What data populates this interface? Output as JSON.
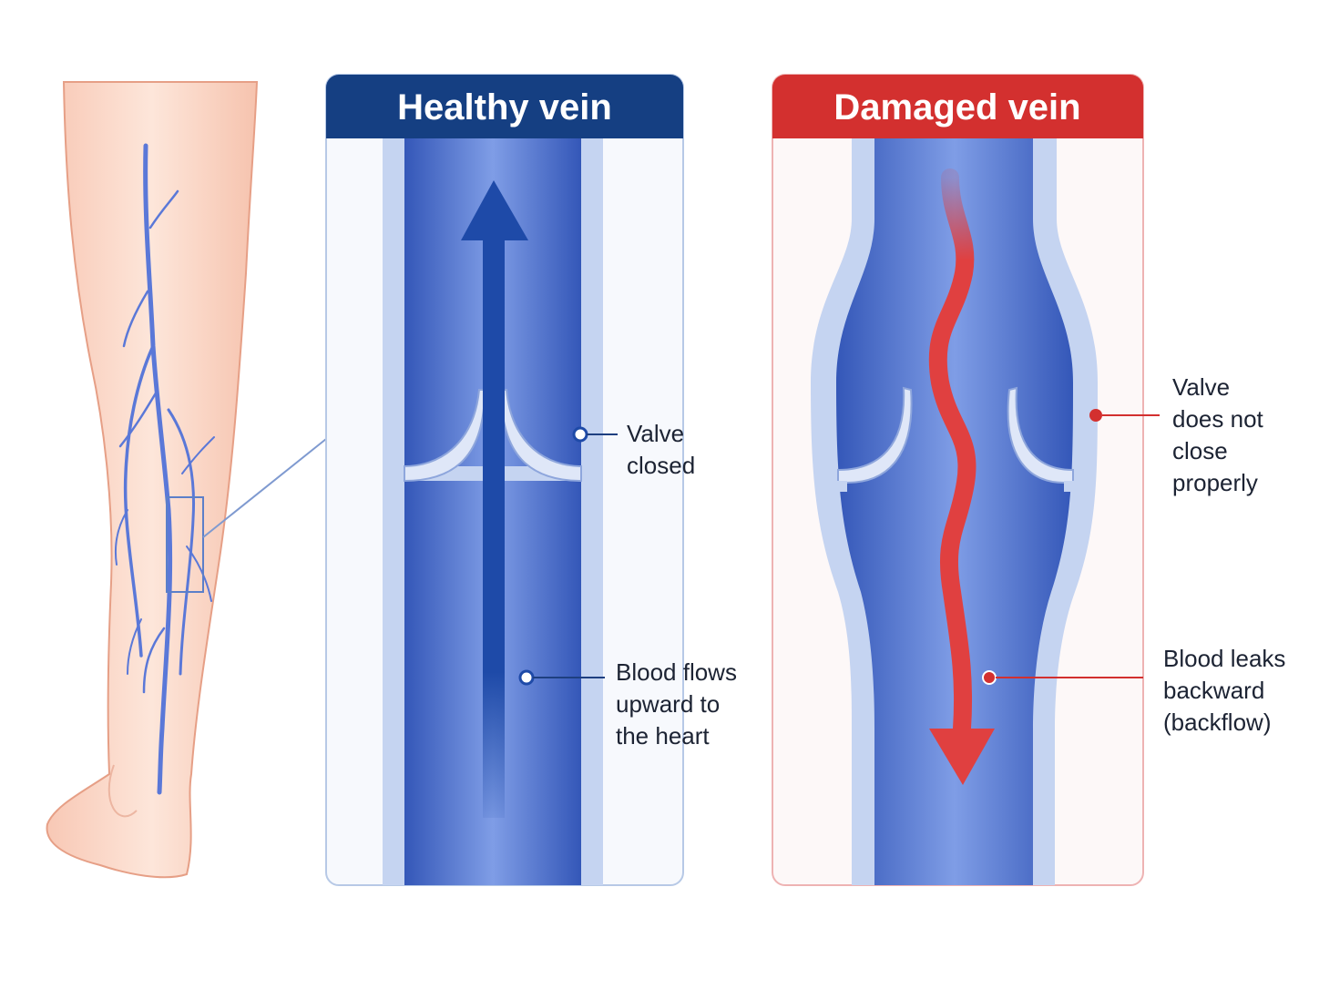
{
  "panels": {
    "healthy": {
      "title": "Healthy vein",
      "header_color": "#153f82",
      "border_color": "#b7c9e6",
      "labels": {
        "valve": [
          "Valve",
          "closed"
        ],
        "flow": [
          "Blood flows",
          "upward to",
          "the heart"
        ]
      }
    },
    "damaged": {
      "title": "Damaged vein",
      "header_color": "#d3302f",
      "border_color": "#eeb3b3",
      "labels": {
        "valve": [
          "Valve",
          "does not",
          "close",
          "properly"
        ],
        "flow": [
          "Blood leaks",
          "backward",
          "(backflow)"
        ]
      }
    }
  },
  "colors": {
    "vein_blue": "#3f64c6",
    "vein_wall": "#c5d4f1",
    "healthy_arrow": "#1e4aa8",
    "backflow_arrow": "#e04040",
    "skin": "#fbe0d2",
    "skin_outline": "#e69f86",
    "leg_veins": "#5a78d8"
  },
  "icons": {
    "healthy_flow": "up-arrow-icon",
    "damaged_flow": "wavy-down-arrow-icon"
  }
}
